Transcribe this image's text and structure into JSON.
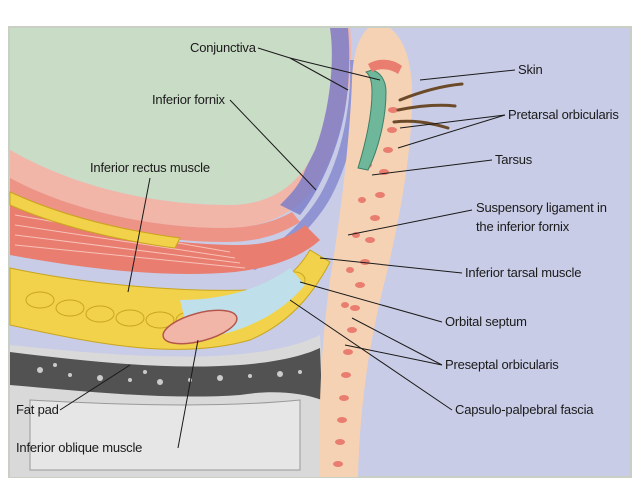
{
  "labels": {
    "conjunctiva": "Conjunctiva",
    "skin": "Skin",
    "inferior_fornix": "Inferior fornix",
    "pretarsal_orbicularis": "Pretarsal orbicularis",
    "inferior_rectus_muscle": "Inferior rectus muscle",
    "tarsus": "Tarsus",
    "suspensory_ligament_line1": "Suspensory ligament in",
    "suspensory_ligament_line2": "the inferior fornix",
    "inferior_tarsal_muscle": "Inferior tarsal muscle",
    "orbital_septum": "Orbital septum",
    "preseptal_orbicularis": "Preseptal orbicularis",
    "fat_pad": "Fat pad",
    "capsulo_palpebral_fascia": "Capsulo-palpebral fascia",
    "inferior_oblique_muscle": "Inferior oblique muscle"
  },
  "colors": {
    "frame_border": "#c9cfc4",
    "background_blue": "#c8cce6",
    "globe_green": "#c9dcc6",
    "sclera_pink": "#f2b6a8",
    "muscle_red": "#e87d70",
    "fat_yellow": "#f2d24a",
    "septum_lightblue": "#bfe0ea",
    "conjunctiva_purple": "#7d7fc8",
    "skin_peach": "#f6d2b4",
    "bone_grey": "#d9d9d9",
    "tarsus_green": "#6fb79b"
  }
}
